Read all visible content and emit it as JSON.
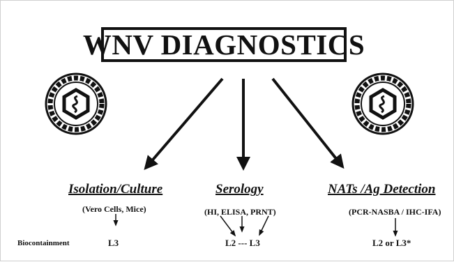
{
  "title": "WNV DIAGNOSTICS",
  "columns": [
    {
      "heading": "Isolation/Culture",
      "methods": "(Vero Cells, Mice)",
      "level": "L3"
    },
    {
      "heading": "Serology",
      "methods": "(HI, ELISA, PRNT)",
      "level": "L2 --- L3"
    },
    {
      "heading": "NATs /Ag Detection",
      "methods": "(PCR-NASBA / IHC-IFA)",
      "level": "L2 or L3*"
    }
  ],
  "row_label": "Biocontainment",
  "icons": [
    "virus-particle-icon",
    "virus-particle-icon"
  ]
}
